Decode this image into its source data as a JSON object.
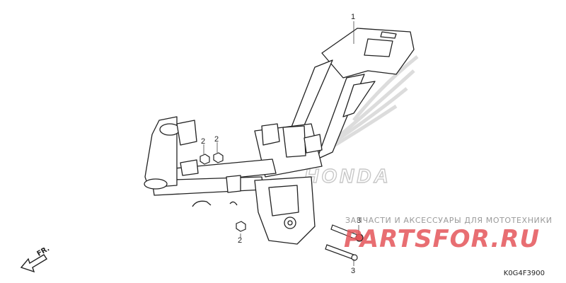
{
  "callouts": {
    "frame": "1",
    "nut_a": "2",
    "nut_b": "2",
    "nut_c": "2",
    "bolt_a": "3",
    "bolt_b": "3"
  },
  "watermark": {
    "brand_logo": "HONDA",
    "shop_text": "ЗАПЧАСТИ И АКСЕССУАРЫ ДЛЯ МОТОТЕХНИКИ",
    "shop_logo": "PARTSFOR.RU"
  },
  "direction_label": "FR.",
  "diagram_code": "K0G4F3900",
  "colors": {
    "line": "#222222",
    "watermark_gray": "#c8c8c8",
    "logo_red": "#e4555a"
  }
}
